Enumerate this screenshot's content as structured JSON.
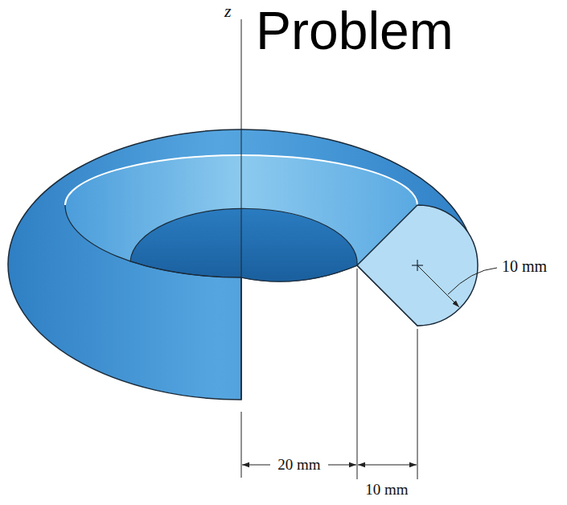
{
  "diagram": {
    "title": "Problem",
    "labels": [
      "z",
      "10 mm",
      "20 mm",
      "10 mm"
    ]
  }
}
